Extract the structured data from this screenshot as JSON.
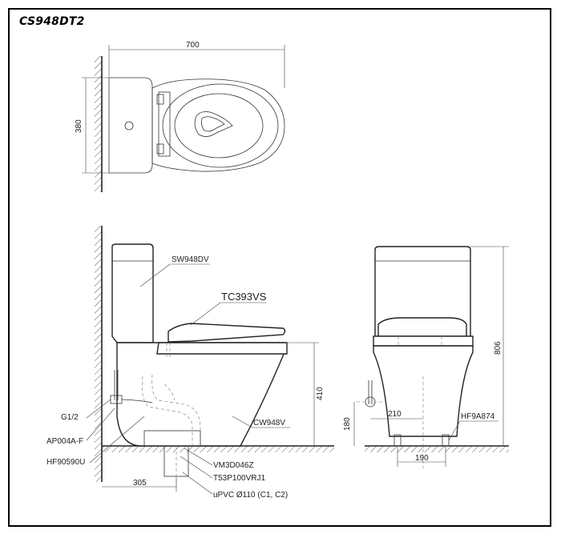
{
  "header": {
    "model_code": "CS948DT2"
  },
  "dimensions": {
    "top_width": "700",
    "top_depth": "380",
    "side_height": "410",
    "side_depth": "305",
    "front_height": "806",
    "front_offset": "210",
    "front_inlet_height": "180",
    "front_spacing": "190"
  },
  "parts": {
    "tank": "SW948DV",
    "seat": "TC393VS",
    "bowl": "CW948V",
    "valve_thread": "G1/2",
    "angle_valve": "AP004A-F",
    "hose": "HF90590U",
    "flange": "VM3D046Z",
    "outlet": "T53P100VRJ1",
    "pipe": "uPVC Ø110 (C1, C2)",
    "bolt_cap": "HF9A874"
  }
}
